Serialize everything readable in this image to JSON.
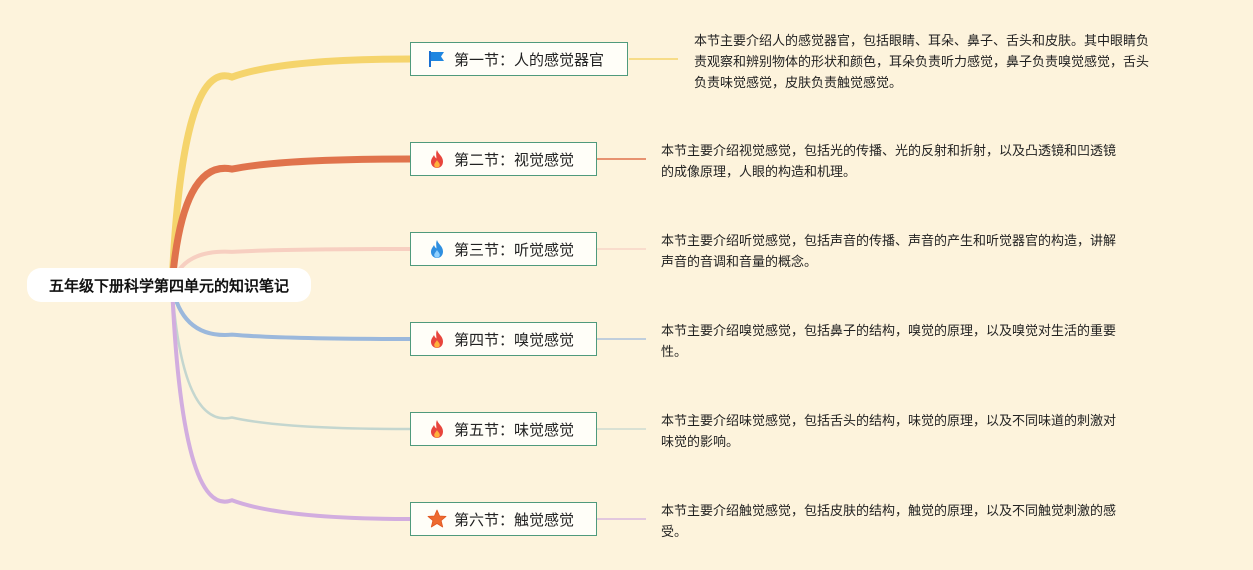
{
  "root": {
    "label": "五年级下册科学第四单元的知识笔记"
  },
  "branches": [
    {
      "label": "第一节：人的感觉器官",
      "icon": "flag-icon",
      "color": "#f5d46c",
      "desc_lines": [
        "本节主要介绍人的感觉器官，包括眼睛、耳朵、鼻子、舌头和皮肤。其中眼睛负",
        "责观察和辨别物体的形状和颜色，耳朵负责听力感觉，鼻子负责嗅觉感觉，舌头",
        "负责味觉感觉，皮肤负责触觉感觉。"
      ]
    },
    {
      "label": "第二节：视觉感觉",
      "icon": "fire-icon",
      "color": "#e0734c",
      "desc_lines": [
        "本节主要介绍视觉感觉，包括光的传播、光的反射和折射，以及凸透镜和凹透镜",
        "的成像原理，人眼的构造和机理。"
      ]
    },
    {
      "label": "第三节：听觉感觉",
      "icon": "blue-flame-icon",
      "color": "#f7cfc1",
      "desc_lines": [
        "本节主要介绍听觉感觉，包括声音的传播、声音的产生和听觉器官的构造，讲解",
        "声音的音调和音量的概念。"
      ]
    },
    {
      "label": "第四节：嗅觉感觉",
      "icon": "fire-icon",
      "color": "#9bb8dc",
      "desc_lines": [
        "本节主要介绍嗅觉感觉，包括鼻子的结构，嗅觉的原理，以及嗅觉对生活的重要",
        "性。"
      ]
    },
    {
      "label": "第五节：味觉感觉",
      "icon": "fire-icon",
      "color": "#c4d6cf",
      "desc_lines": [
        "本节主要介绍味觉感觉，包括舌头的结构，味觉的原理，以及不同味道的刺激对",
        "味觉的影响。"
      ]
    },
    {
      "label": "第六节：触觉感觉",
      "icon": "star-icon",
      "color": "#d2addf",
      "desc_lines": [
        "本节主要介绍触觉感觉，包括皮肤的结构，触觉的原理，以及不同触觉刺激的感",
        "受。"
      ]
    }
  ]
}
